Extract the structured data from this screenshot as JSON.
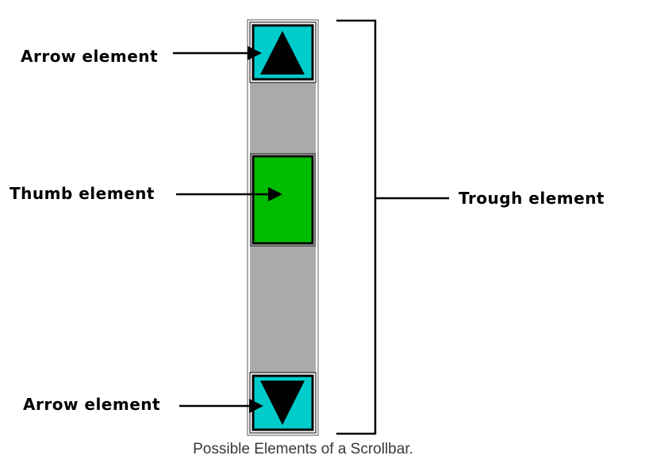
{
  "labels": {
    "arrow_top": "Arrow element",
    "thumb": "Thumb element",
    "arrow_bottom": "Arrow element",
    "trough": "Trough element"
  },
  "caption": "Possible Elements of a Scrollbar.",
  "colors": {
    "arrow_button": "#00cccc",
    "thumb": "#00bb00",
    "trough": "#aaaaaa",
    "outline": "#000000"
  },
  "icons": {
    "arrow_top": "triangle-up-icon",
    "arrow_bottom": "triangle-down-icon"
  }
}
